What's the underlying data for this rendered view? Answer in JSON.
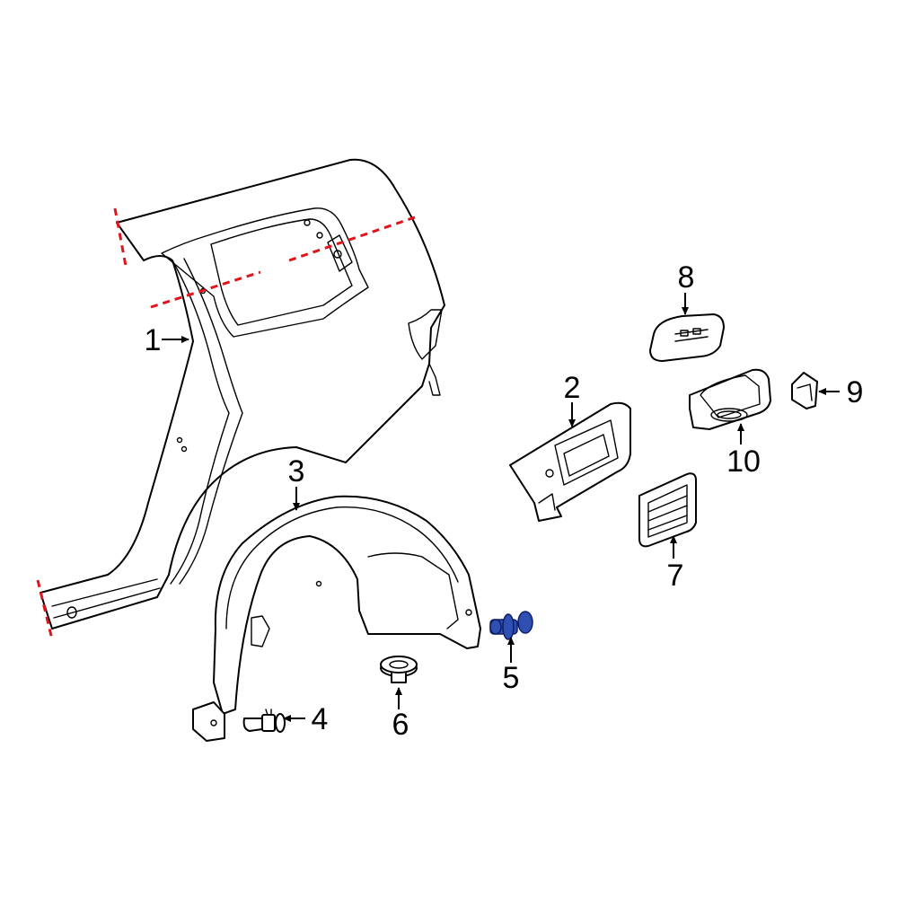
{
  "diagram": {
    "callouts": [
      {
        "id": "1",
        "label": "1"
      },
      {
        "id": "2",
        "label": "2"
      },
      {
        "id": "3",
        "label": "3"
      },
      {
        "id": "4",
        "label": "4"
      },
      {
        "id": "5",
        "label": "5"
      },
      {
        "id": "6",
        "label": "6"
      },
      {
        "id": "7",
        "label": "7"
      },
      {
        "id": "8",
        "label": "8"
      },
      {
        "id": "9",
        "label": "9"
      },
      {
        "id": "10",
        "label": "10"
      }
    ],
    "highlighted_part": "5",
    "colors": {
      "line": "#000000",
      "cut_line": "#e0141b",
      "highlight": "#2f4fb3",
      "background": "#ffffff"
    }
  }
}
